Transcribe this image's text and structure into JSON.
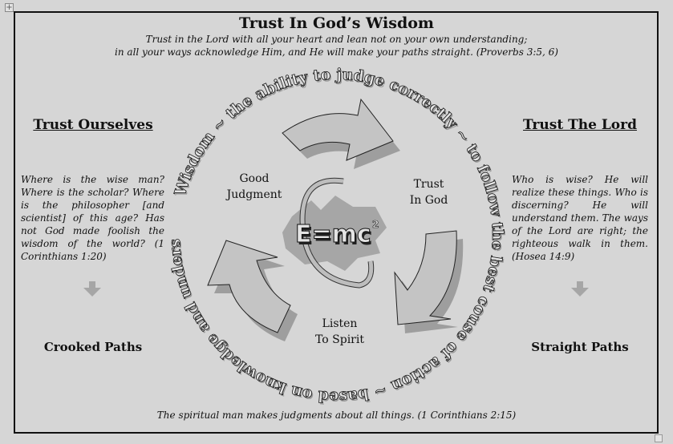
{
  "document": {
    "title": "Trust In God’s Wisdom",
    "intro_verse_line1": "Trust in the Lord with all your heart and lean not on your own understanding;",
    "intro_verse_line2": "in all your ways acknowledge Him, and He will make your paths straight.  (Proverbs 3:5, 6)",
    "footer_verse": "The spiritual man makes judgments about all things.  (1 Corinthians 2:15)"
  },
  "left_column": {
    "heading": "Trust Ourselves",
    "paragraph": "Where is the wise man? Where is the scholar? Where is the philosopher [and scientist] of this age? Has not God made foolish the wisdom of the world?  (1 Corinthians 1:20)",
    "arrow_icon": "down-arrow",
    "outcome": "Crooked Paths"
  },
  "right_column": {
    "heading": "Trust The Lord",
    "paragraph": "Who is wise?  He will realize these things.  Who is discerning?  He will understand them.  The ways of the Lord are right; the righteous walk in them. (Hosea 14:9)",
    "arrow_icon": "down-arrow",
    "outcome": "Straight Paths"
  },
  "cycle": {
    "circular_text": "Wisdom ~ the ability to judge correctly ~ to follow the best couse of action ~ based on knowledge and understanding ~",
    "steps": [
      {
        "label_line1": "Trust",
        "label_line2": "In God"
      },
      {
        "label_line1": "Listen",
        "label_line2": "To Spirit"
      },
      {
        "label_line1": "Good",
        "label_line2": "Judgment"
      }
    ],
    "center_formula": "E=mc",
    "center_formula_exponent": "2"
  },
  "colors": {
    "background": "#d6d6d6",
    "arrow_fill": "#c4c4c4",
    "arrow_shadow": "#9e9e9e",
    "border": "#111111"
  }
}
